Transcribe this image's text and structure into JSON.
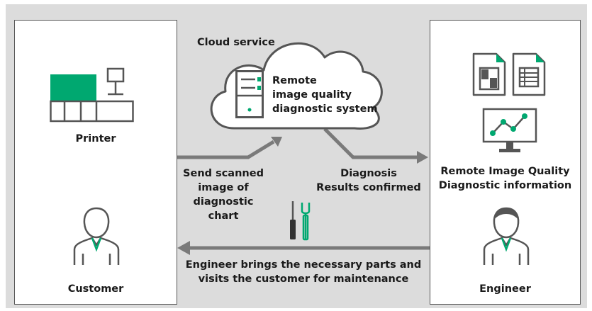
{
  "colors": {
    "background": "#dcdcdc",
    "panel": "#ffffff",
    "border": "#555555",
    "accent_green": "#00a870",
    "arrow_gray": "#7a7a7a"
  },
  "left_panel": {
    "printer_label": "Printer",
    "customer_label": "Customer"
  },
  "cloud": {
    "service_label": "Cloud service",
    "system_label": "Remote\nimage quality\ndiagnostic system"
  },
  "right_panel": {
    "info_label": "Remote Image Quality\nDiagnostic information",
    "engineer_label": "Engineer"
  },
  "flows": {
    "send_label": "Send scanned\nimage of\ndiagnostic chart",
    "diagnosis_label": "Diagnosis\nResults confirmed",
    "maintenance_label": "Engineer brings the necessary parts and\nvisits the customer for maintenance"
  },
  "icons": [
    "printer-icon",
    "customer-person-icon",
    "server-icon",
    "cloud-icon",
    "document-icon",
    "spreadsheet-document-icon",
    "monitor-chart-icon",
    "tools-icon",
    "engineer-person-icon"
  ]
}
